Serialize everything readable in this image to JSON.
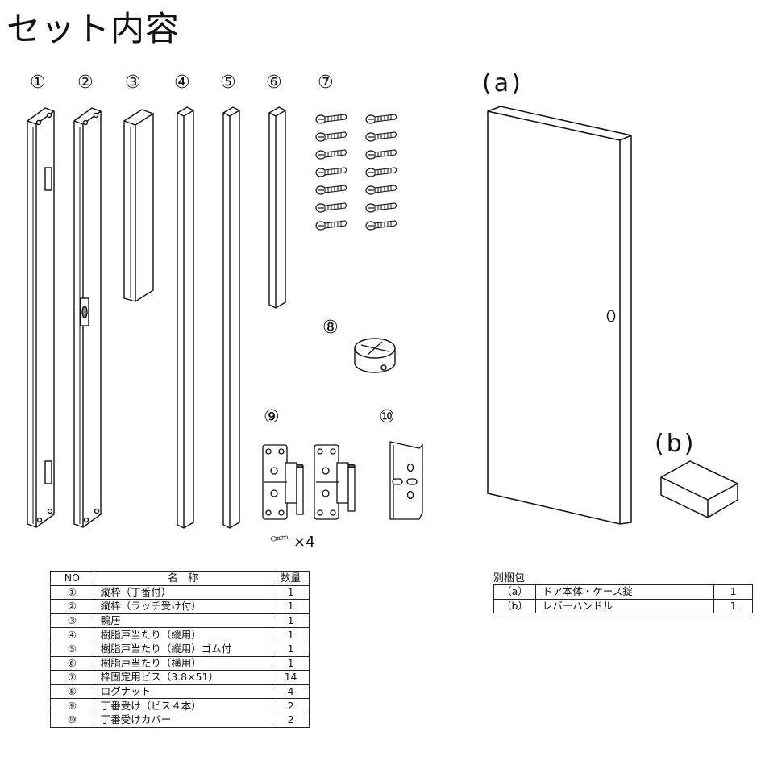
{
  "title": "セット内容",
  "item_numbers": [
    "①",
    "②",
    "③",
    "④",
    "⑤",
    "⑥",
    "⑦",
    "⑧",
    "⑨",
    "⑩"
  ],
  "door_label": "(a)",
  "handle_label": "(b)",
  "screw_qty_note": "×4",
  "main_table": {
    "headers": [
      "NO",
      "名　称",
      "数量"
    ],
    "rows": [
      {
        "no": "①",
        "name": "縦枠（丁番付）",
        "qty": "1"
      },
      {
        "no": "②",
        "name": "縦枠（ラッチ受け付）",
        "qty": "1"
      },
      {
        "no": "③",
        "name": "鴨居",
        "qty": "1"
      },
      {
        "no": "④",
        "name": "樹脂戸当たり（縦用）",
        "qty": "1"
      },
      {
        "no": "⑤",
        "name": "樹脂戸当たり（縦用）ゴム付",
        "qty": "1"
      },
      {
        "no": "⑥",
        "name": "樹脂戸当たり（横用）",
        "qty": "1"
      },
      {
        "no": "⑦",
        "name": "枠固定用ビス（3.8×51）",
        "qty": "14"
      },
      {
        "no": "⑧",
        "name": "ログナット",
        "qty": "4"
      },
      {
        "no": "⑨",
        "name": "丁番受け（ビス４本）",
        "qty": "2"
      },
      {
        "no": "⑩",
        "name": "丁番受けカバー",
        "qty": "2"
      }
    ]
  },
  "separate_package": {
    "caption": "別梱包",
    "rows": [
      {
        "no": "（a）",
        "name": "ドア本体・ケース錠",
        "qty": "1"
      },
      {
        "no": "（b）",
        "name": "レバーハンドル",
        "qty": "1"
      }
    ]
  }
}
